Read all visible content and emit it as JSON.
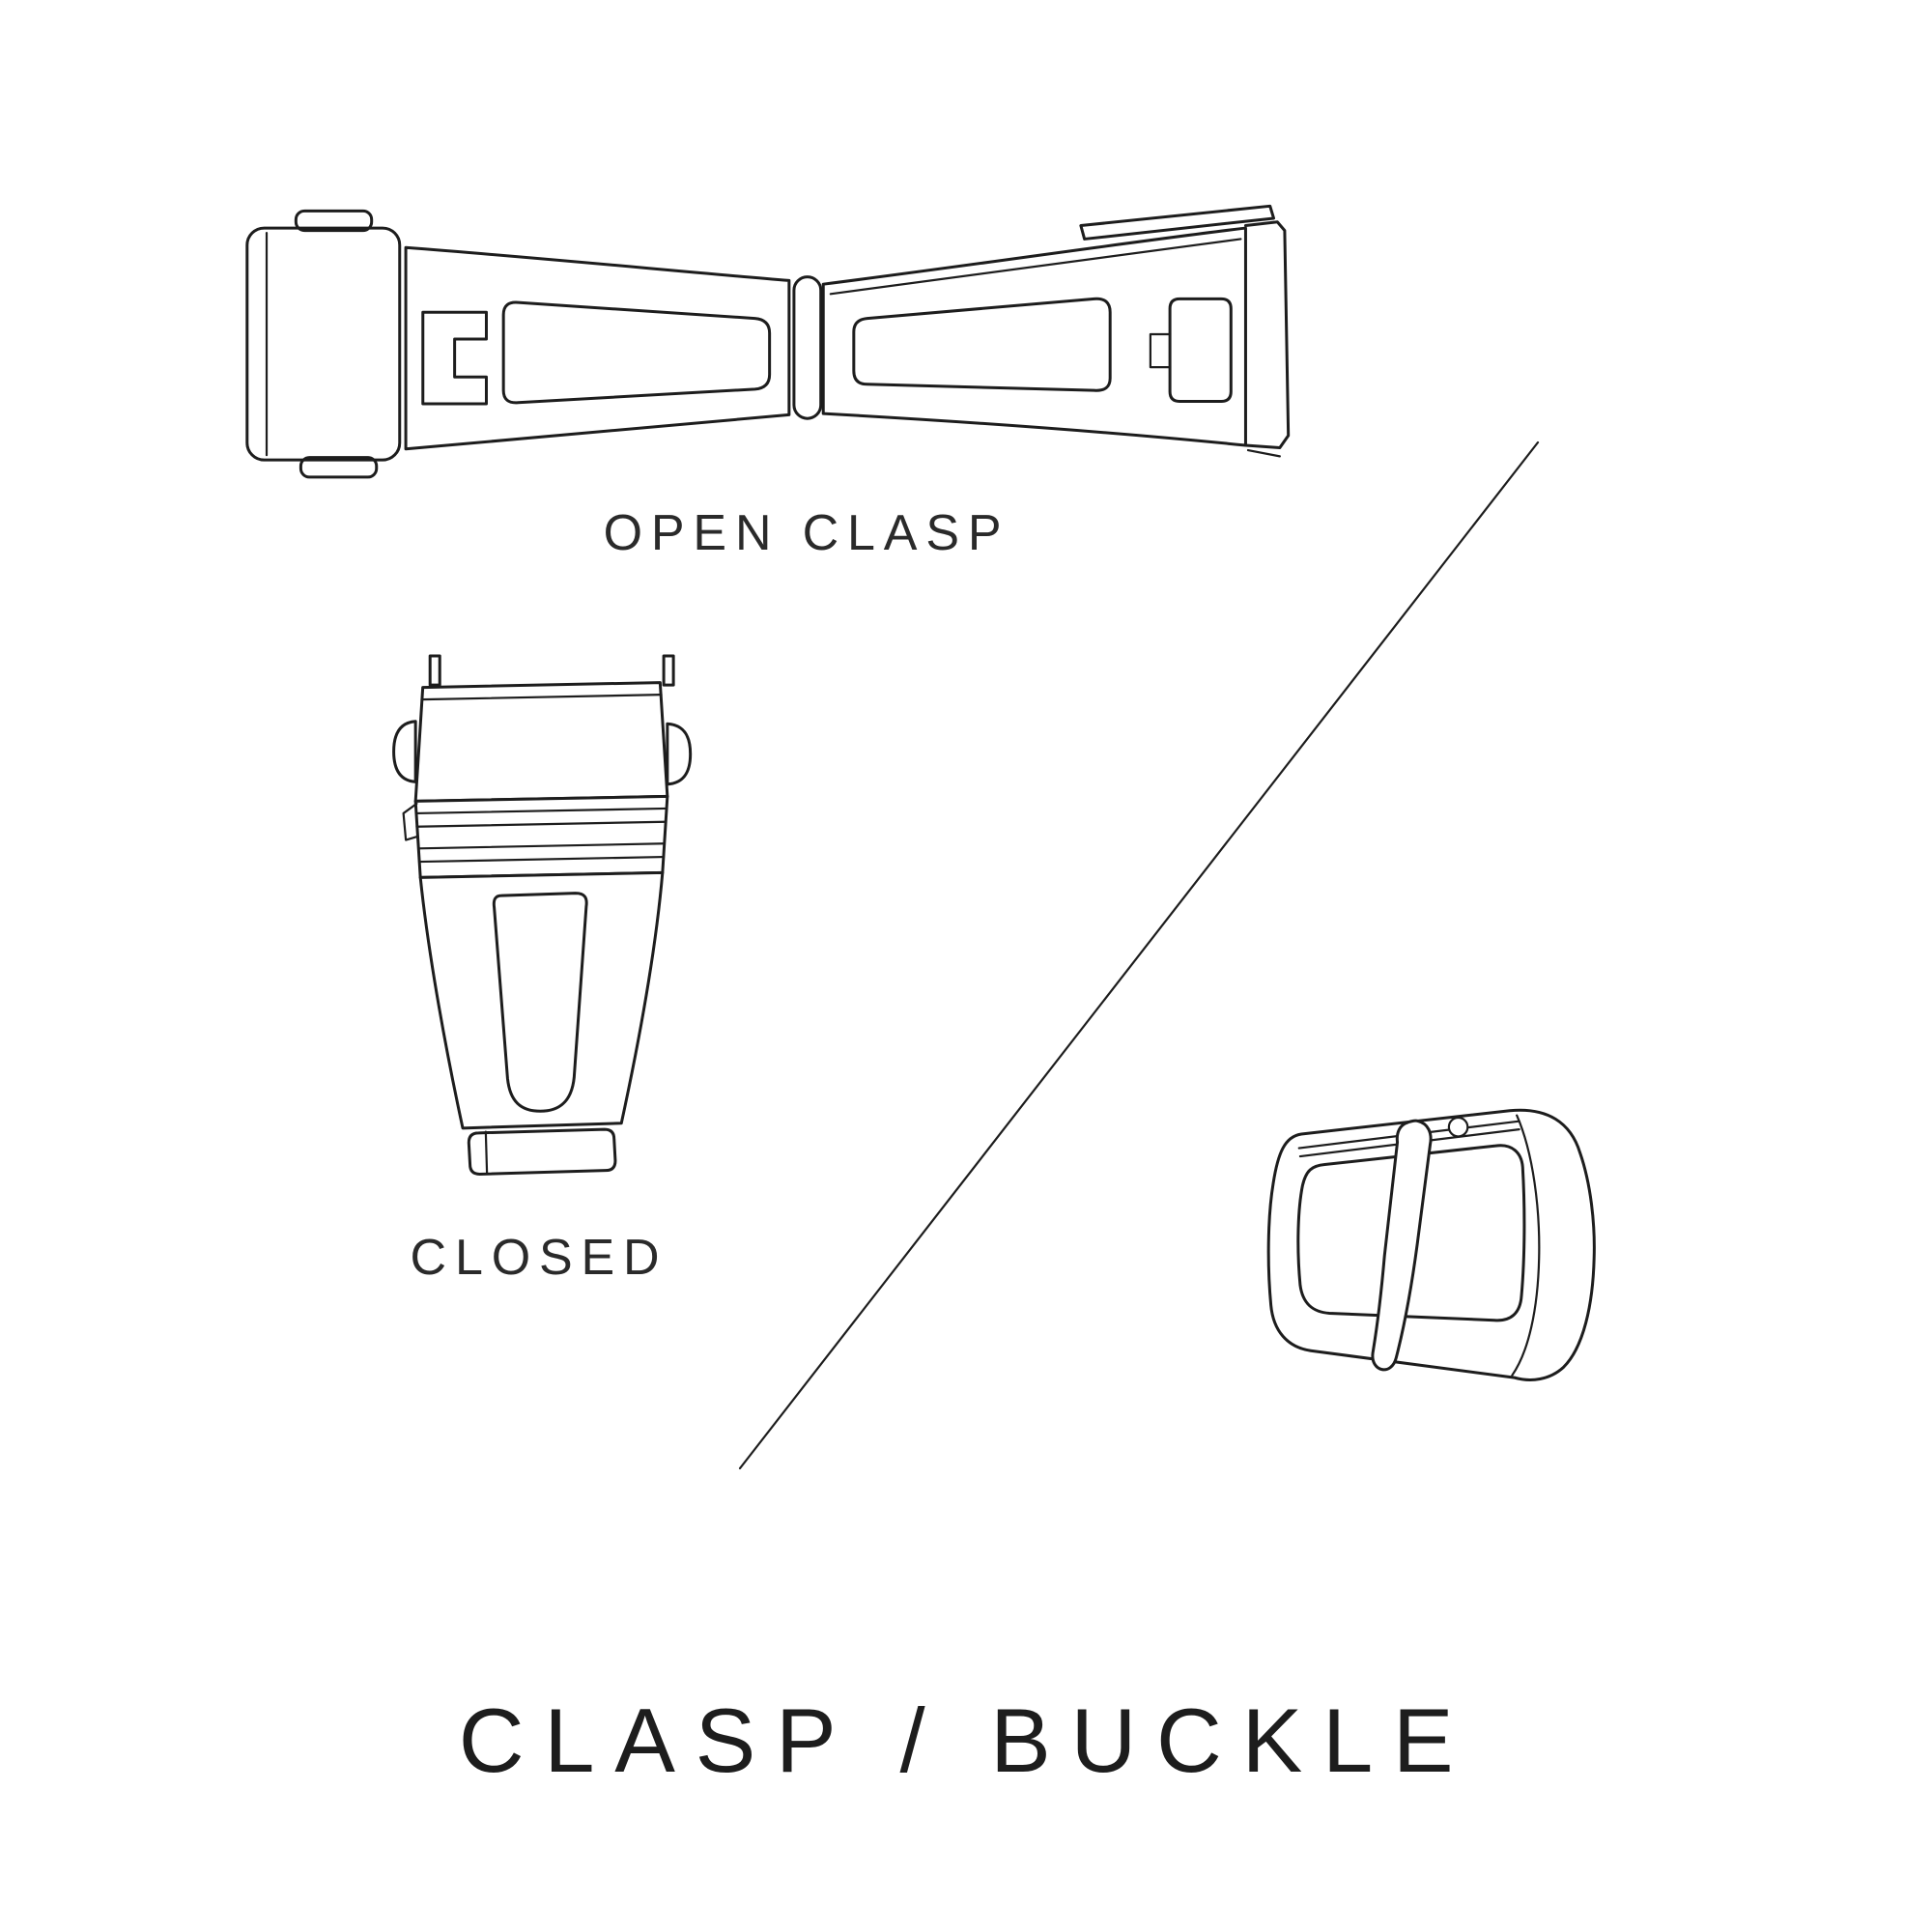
{
  "colors": {
    "background": "#ffffff",
    "line": "#1d1d1d",
    "text": "#2a2a2a"
  },
  "labels": {
    "open_clasp": "OPEN CLASP",
    "closed": "CLOSED"
  },
  "title": "CLASP / BUCKLE",
  "icons": {
    "open_clasp_illustration": "open-clasp-drawing",
    "closed_clasp_illustration": "closed-clasp-drawing",
    "buckle_illustration": "tang-buckle-drawing",
    "divider": "diagonal-divider-line"
  }
}
